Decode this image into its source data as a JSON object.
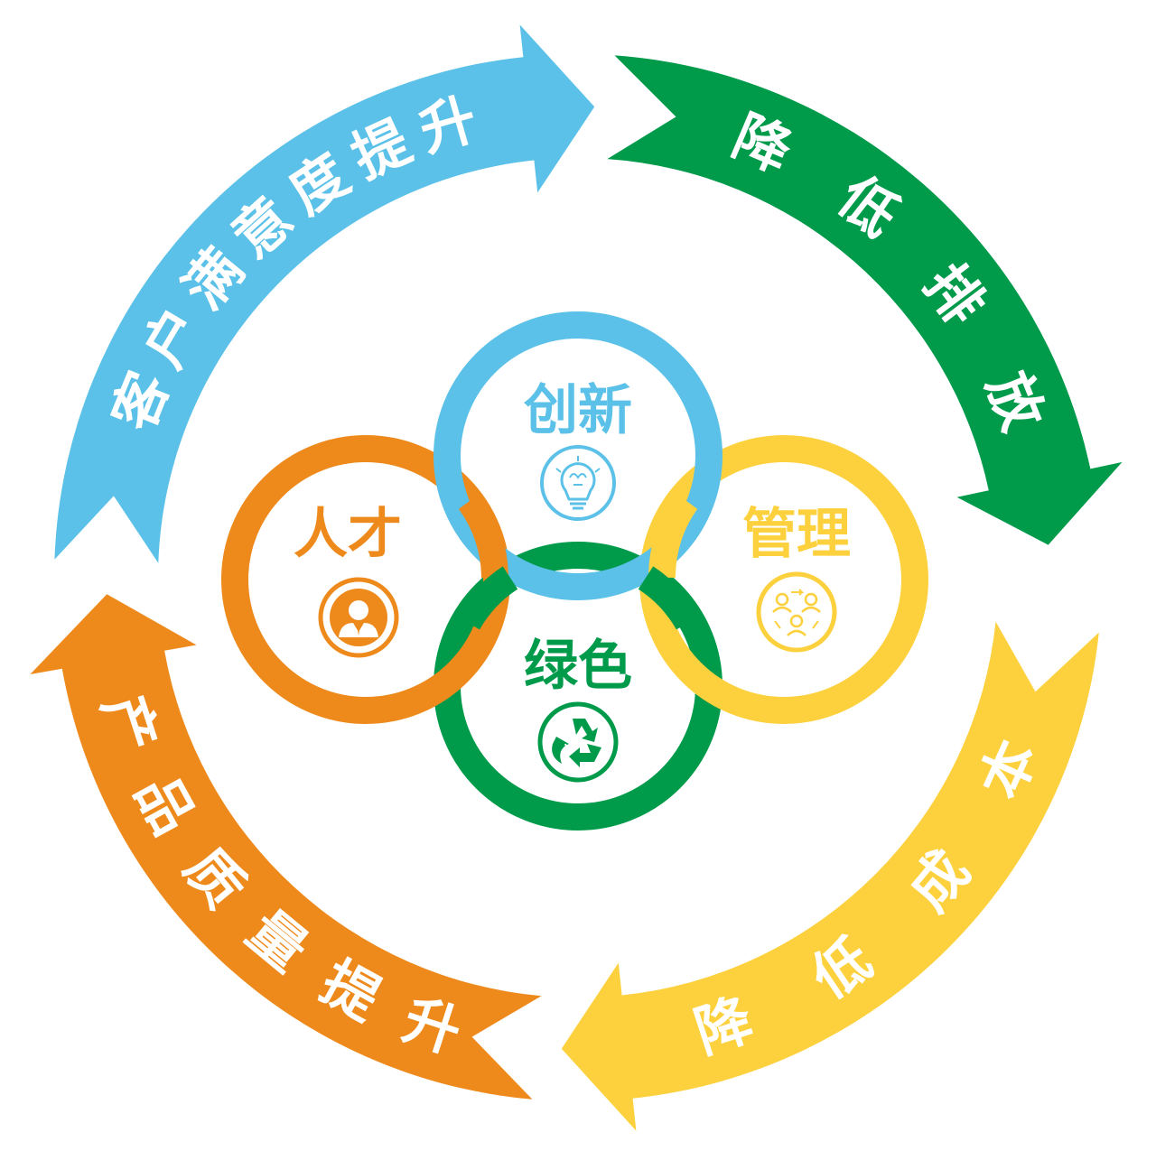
{
  "colors": {
    "blue": "#5bc1e8",
    "green": "#009a4b",
    "yellow": "#fdd13d",
    "orange": "#ee8a1c",
    "white": "#ffffff"
  },
  "outer_cycle": [
    {
      "id": "satisfaction",
      "label": "客户满意度提升",
      "chars": [
        "客",
        "户",
        "满",
        "意",
        "度",
        "提",
        "升"
      ],
      "color": "blue"
    },
    {
      "id": "emission",
      "label": "降低排放",
      "chars": [
        "降",
        "低",
        "排",
        "放"
      ],
      "color": "green"
    },
    {
      "id": "cost",
      "label": "降低成本",
      "chars": [
        "降",
        "低",
        "成",
        "本"
      ],
      "color": "yellow"
    },
    {
      "id": "quality",
      "label": "产品质量提升",
      "chars": [
        "产",
        "品",
        "质",
        "量",
        "提",
        "升"
      ],
      "color": "orange"
    }
  ],
  "center_rings": [
    {
      "id": "innovation",
      "label": "创新",
      "color": "blue",
      "icon": "lightbulb-brain-icon"
    },
    {
      "id": "talent",
      "label": "人才",
      "color": "orange",
      "icon": "businessman-icon"
    },
    {
      "id": "management",
      "label": "管理",
      "color": "yellow",
      "icon": "team-cycle-icon"
    },
    {
      "id": "green",
      "label": "绿色",
      "color": "green",
      "icon": "recycle-leaf-icon"
    }
  ]
}
